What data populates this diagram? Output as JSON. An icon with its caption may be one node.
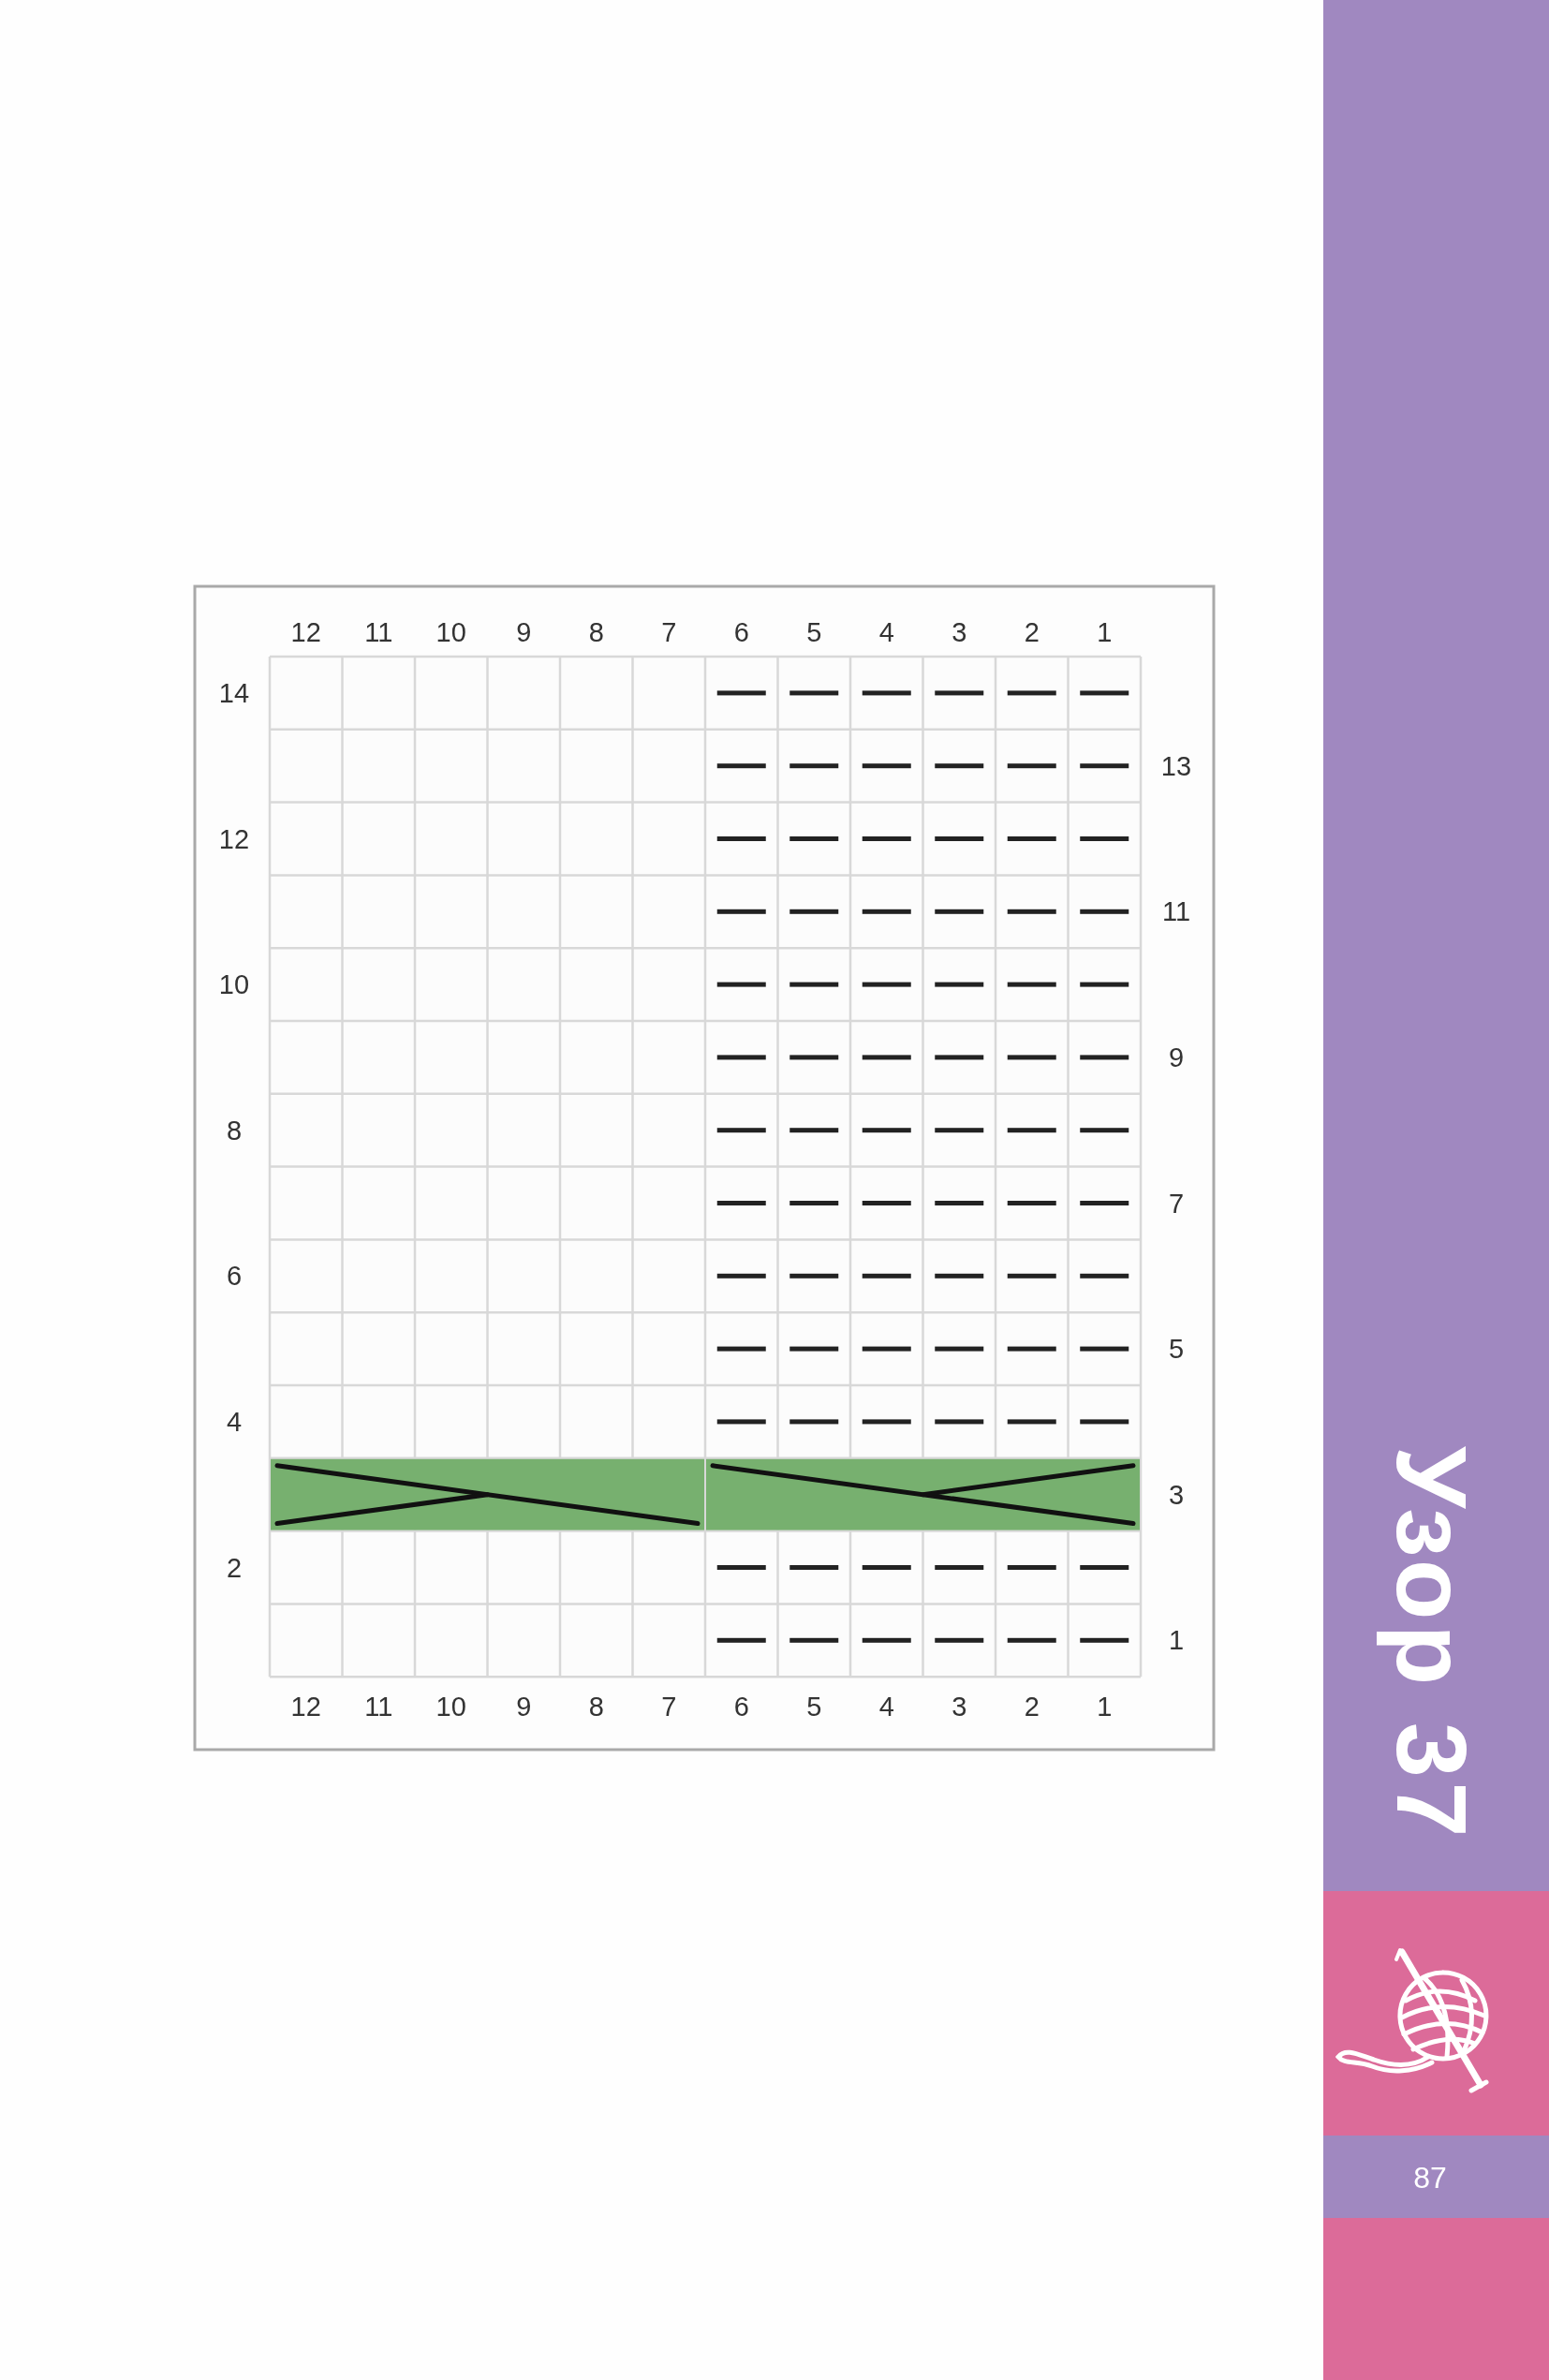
{
  "diagram": {
    "title": "Узор 37",
    "labels": [
      "12",
      "11",
      "10",
      "9",
      "8",
      "7",
      "6",
      "5",
      "4",
      "3",
      "2",
      "1",
      "14",
      "13",
      "12",
      "11",
      "10",
      "9",
      "8",
      "7",
      "6",
      "5",
      "4",
      "3",
      "2",
      "1",
      "12",
      "11",
      "10",
      "9",
      "8",
      "7",
      "6",
      "5",
      "4",
      "3",
      "2",
      "1",
      "87"
    ]
  }
}
